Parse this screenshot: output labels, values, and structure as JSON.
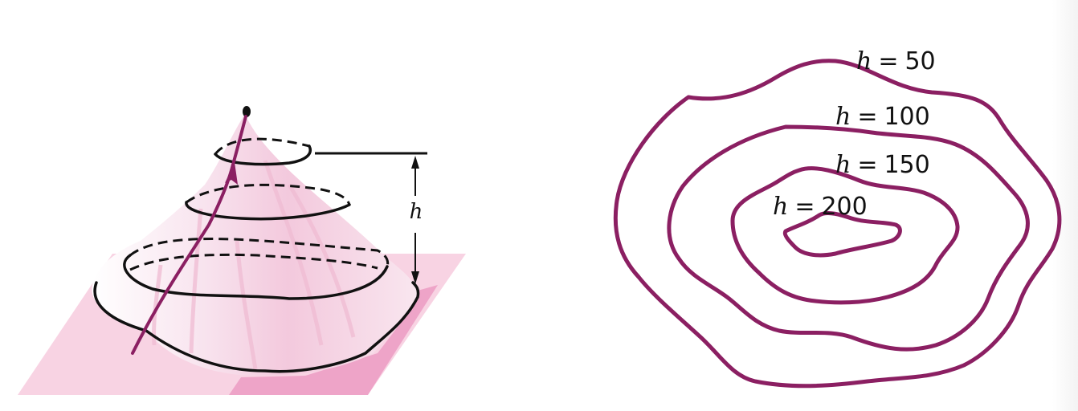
{
  "left_figure": {
    "height_label": "h"
  },
  "right_figure": {
    "contours": [
      {
        "var": "h",
        "op": "=",
        "value": "50"
      },
      {
        "var": "h",
        "op": "=",
        "value": "100"
      },
      {
        "var": "h",
        "op": "=",
        "value": "150"
      },
      {
        "var": "h",
        "op": "=",
        "value": "200"
      }
    ]
  },
  "colors": {
    "contour": "#8b1f62",
    "path": "#8b1f62",
    "plane": "#f7cfe0",
    "plane_shadow": "#eea6c9",
    "mountain": "#f6d6e6",
    "ink": "#111111"
  }
}
